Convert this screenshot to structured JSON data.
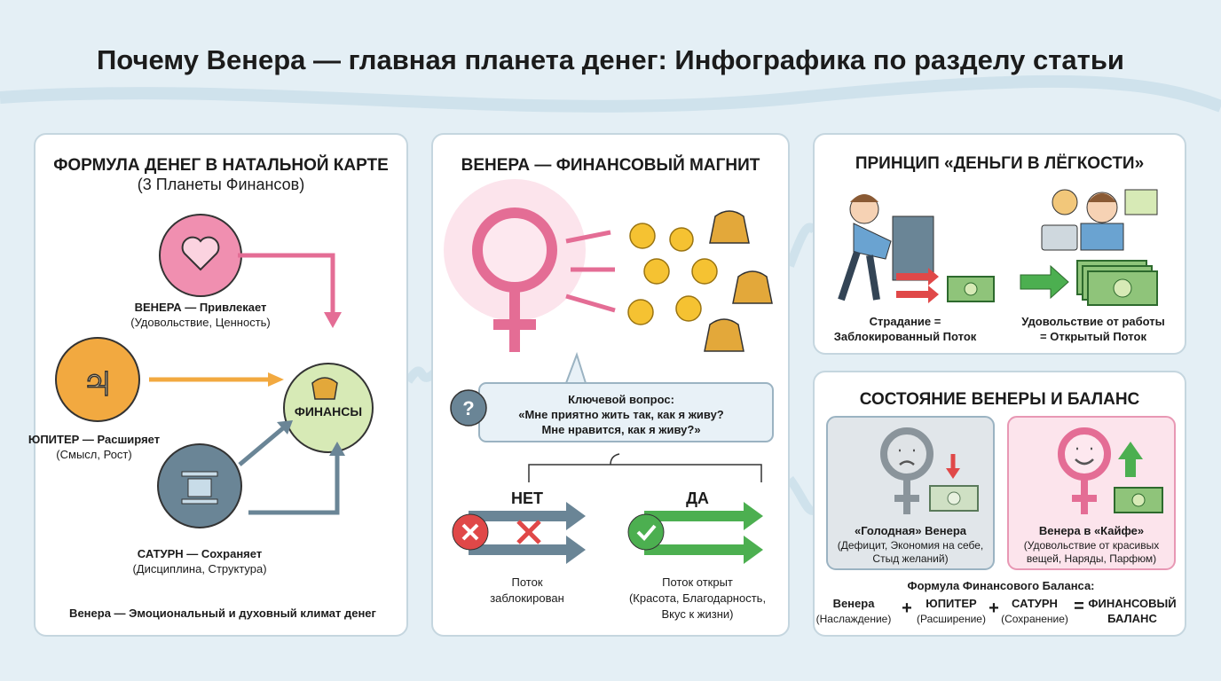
{
  "title": "Почему Венера — главная планета денег: Инфографика по разделу статьи",
  "panel1": {
    "heading": "ФОРМУЛА ДЕНЕГ В НАТАЛЬНОЙ КАРТЕ",
    "subheading": "(3 Планеты Финансов)",
    "venus_label": "ВЕНЕРА — Привлекает",
    "venus_desc": "(Удовольствие, Ценность)",
    "jupiter_label": "ЮПИТЕР — Расширяет",
    "jupiter_desc": "(Смысл, Рост)",
    "saturn_label": "САТУРН — Сохраняет",
    "saturn_desc": "(Дисциплина, Структура)",
    "finance_label": "ФИНАНСЫ",
    "footer": "Венера — Эмоциональный и духовный климат денег"
  },
  "panel2": {
    "heading": "ВЕНЕРА — ФИНАНСОВЫЙ МАГНИТ",
    "question_title": "Ключевой вопрос:",
    "question_line1": "«Мне приятно жить так, как я живу?",
    "question_line2": "Мне нравится, как я живу?»",
    "no_label": "НЕТ",
    "yes_label": "ДА",
    "no_desc1": "Поток",
    "no_desc2": "заблокирован",
    "yes_desc1": "Поток открыт",
    "yes_desc2": "(Красота, Благодарность,",
    "yes_desc3": "Вкус к жизни)"
  },
  "panel3": {
    "heading": "ПРИНЦИП «ДЕНЬГИ В ЛЁГКОСТИ»",
    "left1": "Страдание =",
    "left2": "Заблокированный Поток",
    "right1": "Удовольствие от работы",
    "right2": "= Открытый Поток"
  },
  "panel4": {
    "heading": "СОСТОЯНИЕ ВЕНЕРЫ И БАЛАНС",
    "hungry_title": "«Голодная» Венера",
    "hungry_desc1": "(Дефицит, Экономия на себе,",
    "hungry_desc2": "Стыд желаний)",
    "happy_title": "Венера в «Кайфе»",
    "happy_desc1": "(Удовольствие от красивых",
    "happy_desc2": "вещей, Наряды, Парфюм)",
    "formula_title": "Формула Финансового Баланса:",
    "f1": "Венера",
    "f1d": "(Наслаждение)",
    "f2": "ЮПИТЕР",
    "f2d": "(Расширение)",
    "f3": "САТУРН",
    "f3d": "(Сохранение)",
    "plus": "+",
    "eq": "=",
    "result1": "ФИНАНСОВЫЙ",
    "result2": "БАЛАНС"
  },
  "colors": {
    "venus": "#f08fb0",
    "jupiter": "#f2a940",
    "saturn": "#6a8596",
    "finance": "#d7eab6",
    "red": "#e04848",
    "green": "#4caf50"
  }
}
